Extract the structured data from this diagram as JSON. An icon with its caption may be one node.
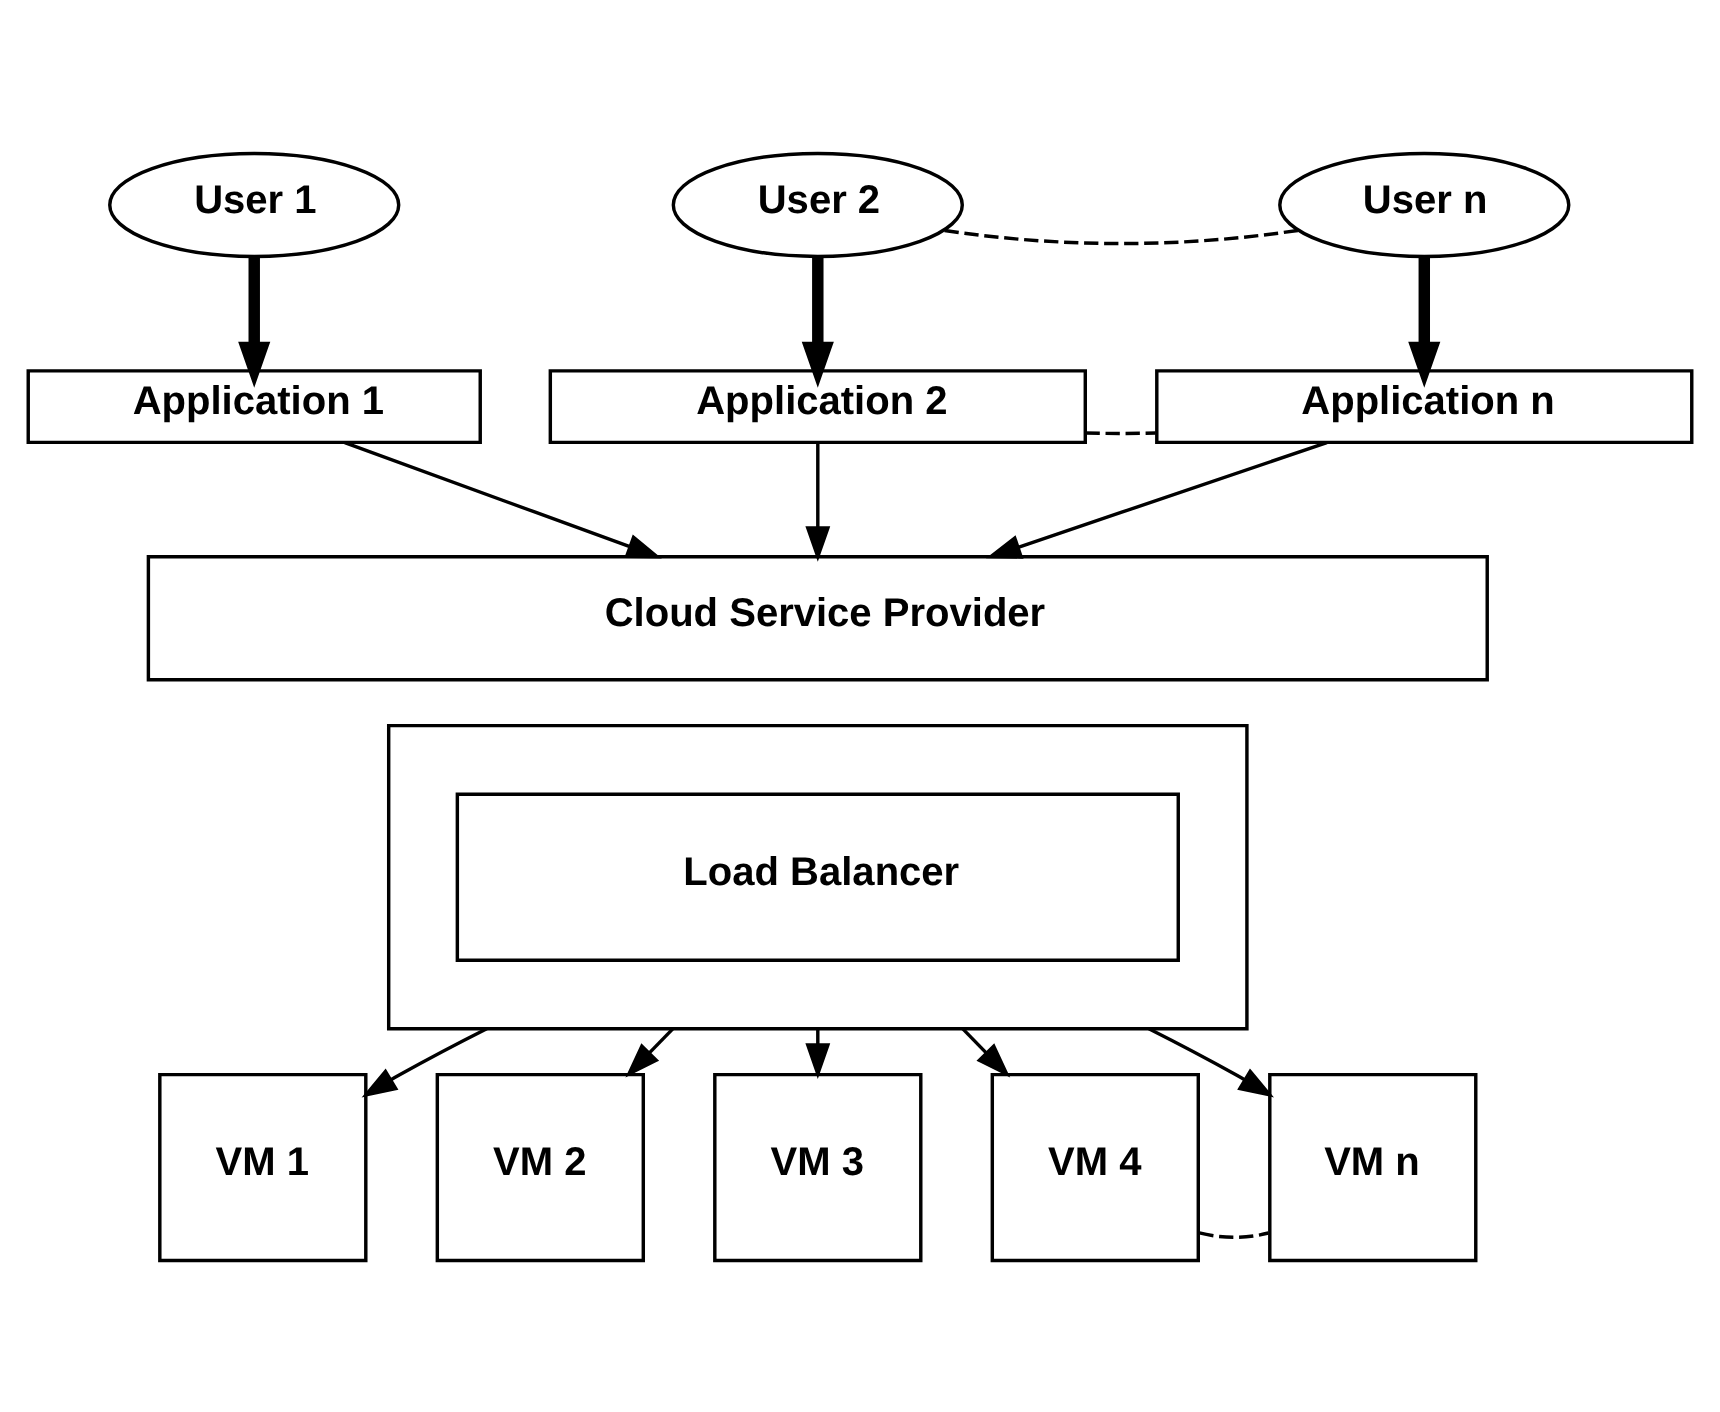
{
  "diagram": {
    "nodes": [
      {
        "text": [
          "User 1"
        ]
      },
      {
        "text": [
          "User 2"
        ]
      },
      {
        "text": [
          "User n"
        ]
      },
      {
        "text": [
          "Application 1"
        ]
      },
      {
        "text": [
          "Application 2"
        ]
      },
      {
        "text": [
          "Application n"
        ]
      },
      {
        "text": [
          "Cloud Service Provider"
        ]
      },
      {
        "text": [],
        "shape": "box"
      },
      {
        "text": [
          "Load Balancer"
        ],
        "in": 7
      },
      {
        "text": [
          "VM 1"
        ]
      },
      {
        "text": [
          "VM 2"
        ]
      },
      {
        "text": [
          "VM 3"
        ]
      },
      {
        "text": [
          "VM 4"
        ]
      },
      {
        "text": [
          "VM n"
        ]
      }
    ],
    "edges": [
      {
        "from": 0,
        "to": 3,
        "arrow": "to",
        "style": "thick"
      },
      {
        "from": 1,
        "to": 4,
        "arrow": "to",
        "style": "thick"
      },
      {
        "from": 2,
        "to": 5,
        "arrow": "to",
        "style": "thick"
      },
      {
        "from": 1,
        "to": 2,
        "arrow": "none",
        "style": "dashed"
      },
      {
        "from": 4,
        "to": 5,
        "arrow": "none",
        "style": "dashed"
      },
      {
        "from": 3,
        "to": 6,
        "arrow": "to"
      },
      {
        "from": 4,
        "to": 6,
        "arrow": "to"
      },
      {
        "from": 5,
        "to": 6,
        "arrow": "to"
      },
      {
        "from": 7,
        "to": 9,
        "arrow": "to"
      },
      {
        "from": 7,
        "to": 10,
        "arrow": "to"
      },
      {
        "from": 7,
        "to": 11,
        "arrow": "to"
      },
      {
        "from": 7,
        "to": 12,
        "arrow": "to"
      },
      {
        "from": 7,
        "to": 13,
        "arrow": "to"
      },
      {
        "from": 12,
        "to": 13,
        "arrow": "none",
        "style": "dashed"
      }
    ]
  }
}
